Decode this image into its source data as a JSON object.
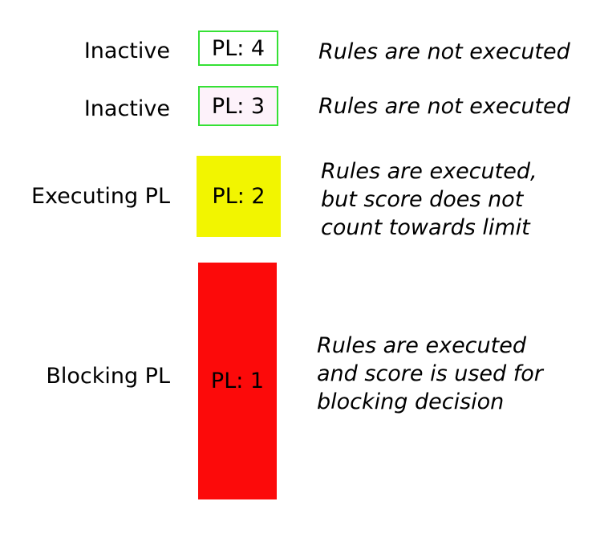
{
  "diagram": {
    "rows": [
      {
        "label": "Inactive",
        "box_text": "PL: 4",
        "description": "Rules are not executed",
        "box_bg": "#ffffff",
        "box_border": "#35e135"
      },
      {
        "label": "Inactive",
        "box_text": "PL: 3",
        "description": "Rules are not executed",
        "box_bg": "#fdf2fa",
        "box_border": "#35e135"
      },
      {
        "label": "Executing PL",
        "box_text": "PL: 2",
        "description": "Rules are executed,\nbut score does not\ncount towards limit",
        "box_bg": "#f2f500"
      },
      {
        "label": "Blocking PL",
        "box_text": "PL: 1",
        "description": "Rules are executed\nand score is used for\nblocking decision",
        "box_bg": "#fc0a0a"
      }
    ],
    "colors": {
      "outline_green": "#35e135",
      "inactive_pink": "#fdf2fa",
      "executing_yellow": "#f2f500",
      "blocking_red": "#fc0a0a",
      "text": "#000000",
      "background": "#ffffff"
    }
  }
}
